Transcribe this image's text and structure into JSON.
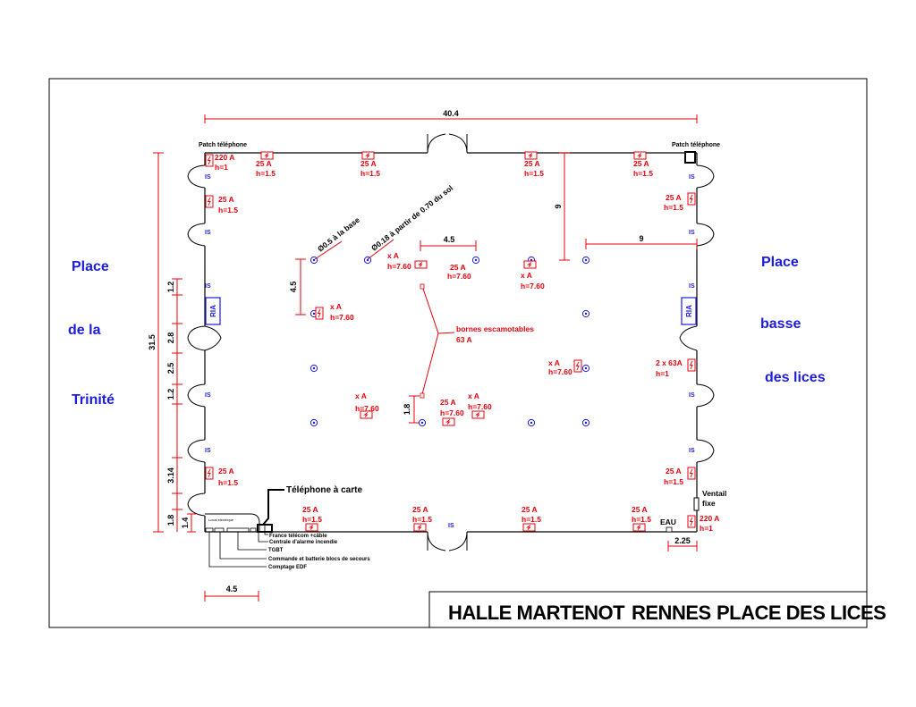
{
  "title": {
    "name": "HALLE  MARTENOT",
    "city": "RENNES",
    "place": "PLACE DES LICES"
  },
  "left_side": {
    "line1": "Place",
    "line2": "de la",
    "line3": "Trinité"
  },
  "right_side": {
    "line1": "Place",
    "line2": "basse",
    "line3": "des lices"
  },
  "dimensions": {
    "width": "40.4",
    "height": "31.5",
    "depth_9": "9",
    "right_9": "9",
    "spacing_4_5": "4.5",
    "vertical_4_5": "4.5",
    "vertical_1_8": "1.8",
    "bottom_4_5": "4.5",
    "eau_2_25": "2.25",
    "left_segments": [
      "1.2",
      "2.8",
      "2.5",
      "1.2",
      "3.14",
      "1.8",
      "1.4"
    ]
  },
  "labels": {
    "patch_left": "Patch téléphone",
    "patch_right": "Patch téléphone",
    "is": "IS",
    "ria": "RIA",
    "diam_05": "Ø0.5  à la base",
    "diam_018": "Ø0.18  à partir de 0.70 du sol",
    "bornes": "bornes escamotables",
    "bornes_amp": "63 A",
    "telephone_carte": "Téléphone à carte",
    "ventail": "Ventail",
    "fixe": "fixe",
    "eau": "EAU",
    "local": "Local électrique"
  },
  "outlets": {
    "a220": "220 A",
    "h1": "h=1",
    "a25": "25 A",
    "h15": "h=1.5",
    "xa": "x A",
    "h760": "h=7.60",
    "a2x63": "2 x 63A"
  },
  "legend_items": [
    "France télécom +câble",
    "Centrale d'alarme incendie",
    "TGBT",
    "Commande et batterie blocs de secours",
    "Comptage EDF"
  ],
  "colors": {
    "red": "#e8000b",
    "blue": "#1c1ce0",
    "black": "#000000"
  }
}
